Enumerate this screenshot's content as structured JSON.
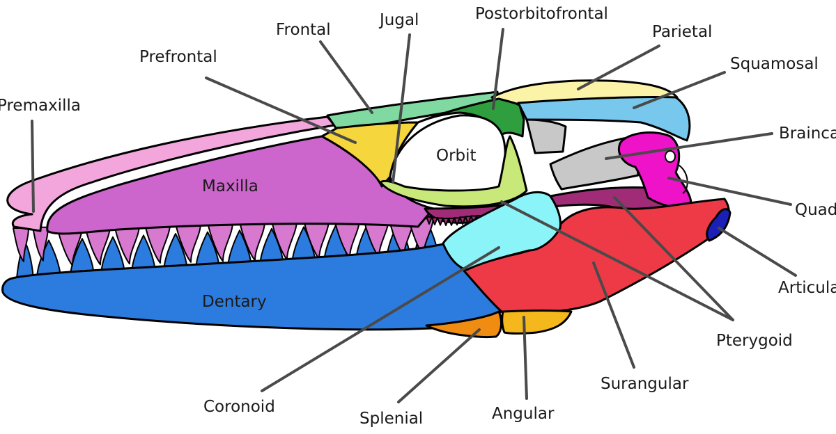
{
  "labels": {
    "premaxilla": "Premaxilla",
    "prefrontal": "Prefrontal",
    "frontal": "Frontal",
    "jugal": "Jugal",
    "postorbitofrontal": "Postorbitofrontal",
    "parietal": "Parietal",
    "squamosal": "Squamosal",
    "braincase": "Braincase",
    "quadrate": "Quadrate",
    "articular": "Articular",
    "pterygoid": "Pterygoid",
    "surangular": "Surangular",
    "angular": "Angular",
    "splenial": "Splenial",
    "coronoid": "Coronoid",
    "maxilla": "Maxilla",
    "orbit": "Orbit",
    "dentary": "Dentary"
  },
  "colors": {
    "premaxilla": "#f2a6dc",
    "maxilla": "#cc66cc",
    "frontal": "#7fd9a0",
    "prefrontal": "#f5d63c",
    "jugal": "#c8e87a",
    "postorbitofrontal": "#2e9e3e",
    "parietal": "#fbf3a8",
    "squamosal": "#78c8ee",
    "braincase": "#c8c8c8",
    "quadrate": "#ee12c8",
    "pterygoid": "#a02c78",
    "coronoid": "#8af4f8",
    "surangular": "#ee3a46",
    "articular": "#1c1eb8",
    "angular": "#f5b81c",
    "splenial": "#f08c12",
    "dentary": "#2c7ce0",
    "teeth_upper": "#d879d0",
    "teeth_lower": "#2c7ce0"
  }
}
